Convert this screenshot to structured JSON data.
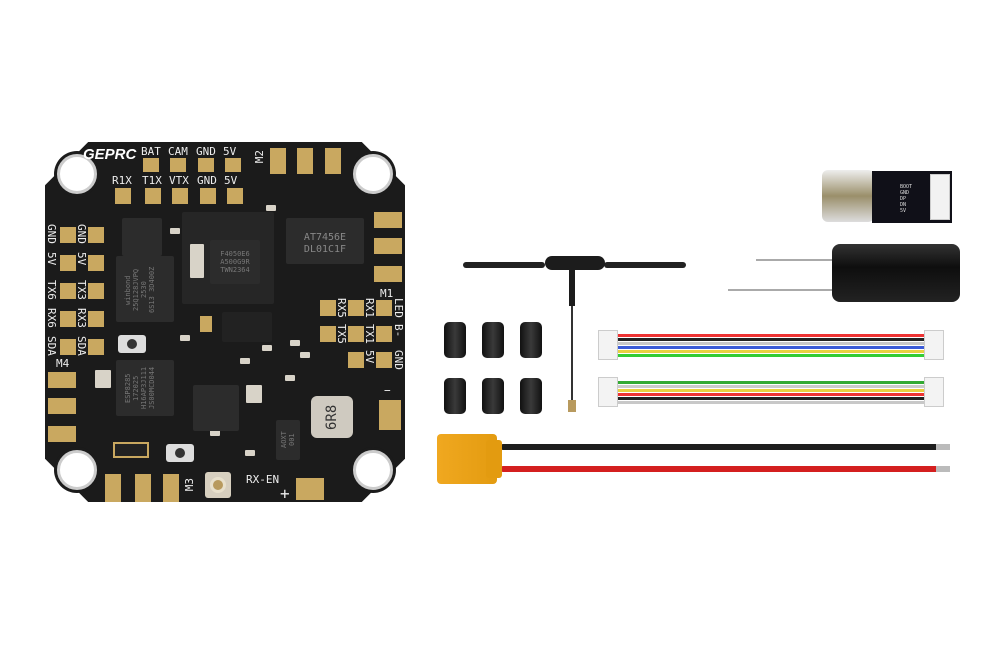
{
  "board": {
    "logo": "GEPRC",
    "top_labels_row1": [
      "BAT",
      "CAM",
      "GND",
      "5V"
    ],
    "top_labels_row2": [
      "R1X",
      "T1X",
      "VTX",
      "GND",
      "5V"
    ],
    "motor_labels": [
      "M1",
      "M2",
      "M3",
      "M4"
    ],
    "left_outer": [
      "GND",
      "5V",
      "TX6",
      "RX6",
      "SDA"
    ],
    "left_inner": [
      "GND",
      "5V",
      "TX3",
      "RX3",
      "SDA"
    ],
    "right_col1": [
      "RX5",
      "TX5"
    ],
    "right_col2": [
      "RX1",
      "TX1",
      "5V"
    ],
    "right_col3": [
      "LED",
      "B-",
      "GND"
    ],
    "rx_en": "RX-EN",
    "plus": "+",
    "minus": "−",
    "inductor": "6R8",
    "chip_mcu": "F4050E6\nA500G9R\nTWN2364",
    "chip_osd": "AT7456E\nDL01C1F",
    "chip_flash": "winbond\n25Q128JVPQ\n2530\n6S13 3D400Z",
    "chip_rx": "ESP8285\n172025\nH16AP3J111\nJS00MCD044",
    "chip_aoxt": "AOXT\n001"
  },
  "usb_board": {
    "pins": [
      "BOOT",
      "GND",
      "DP",
      "DN",
      "5V"
    ]
  },
  "colors": {
    "pcb": "#1b1b1b",
    "pad": "#c9a860",
    "xt30": "#e8a317"
  }
}
